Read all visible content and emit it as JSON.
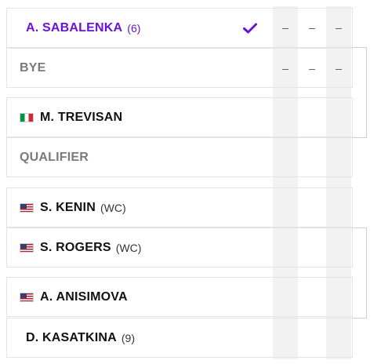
{
  "matches": [
    {
      "players": [
        {
          "name": "A. SABALENKA",
          "seed": "(6)",
          "winner": true,
          "flag": ""
        },
        {
          "name": "BYE",
          "seed": "",
          "winner": false,
          "flag": ""
        }
      ],
      "scores": [
        [
          "–",
          "–",
          "–"
        ],
        [
          "–",
          "–",
          "–"
        ]
      ]
    },
    {
      "players": [
        {
          "name": "M. TREVISAN",
          "seed": "",
          "winner": false,
          "flag": "italy-flag-icon"
        },
        {
          "name": "QUALIFIER",
          "seed": "",
          "winner": false,
          "flag": ""
        }
      ]
    },
    {
      "players": [
        {
          "name": "S. KENIN",
          "seed": "(WC)",
          "winner": false,
          "flag": "usa-flag-icon"
        },
        {
          "name": "S. ROGERS",
          "seed": "(WC)",
          "winner": false,
          "flag": "usa-flag-icon"
        }
      ]
    },
    {
      "players": [
        {
          "name": "A. ANISIMOVA",
          "seed": "",
          "winner": false,
          "flag": "usa-flag-icon"
        },
        {
          "name": "D. KASATKINA",
          "seed": "(9)",
          "winner": false,
          "flag": ""
        }
      ]
    }
  ],
  "colors": {
    "winner": "#6b12d9",
    "placeholder": "#7a7a7a",
    "text": "#111111",
    "score_column": "#f2f2f2"
  },
  "icons": {
    "winner_mark": "checkmark-icon"
  }
}
